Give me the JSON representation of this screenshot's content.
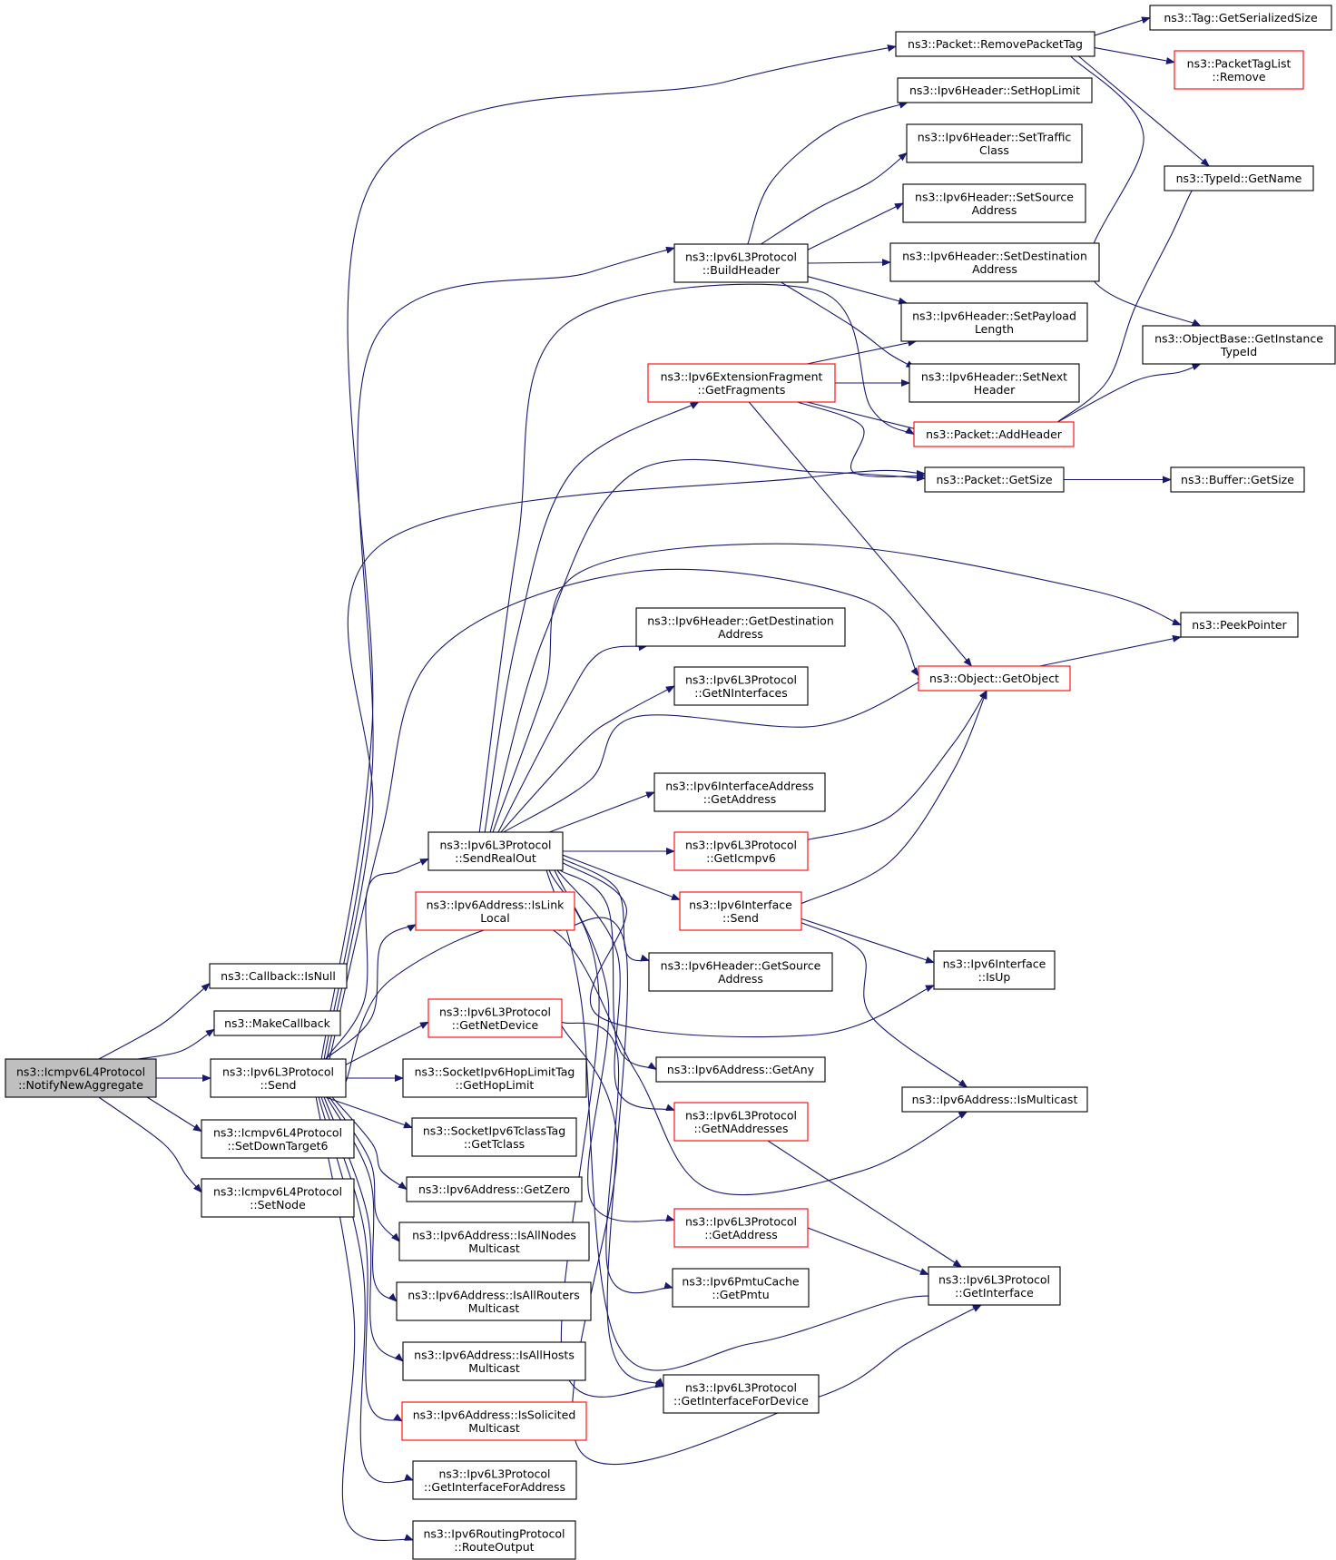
{
  "diagram": {
    "kind": "call-graph",
    "colors": {
      "edge": "#191970",
      "node_border": "#000000",
      "truncated_border": "#ff0000",
      "root_fill": "#bfbfbf",
      "background": "#ffffff"
    },
    "nodes": [
      {
        "id": "root",
        "lines": [
          "ns3::Icmpv6L4Protocol",
          "::NotifyNewAggregate"
        ],
        "style": "root"
      },
      {
        "id": "cb_isnull",
        "lines": [
          "ns3::Callback::IsNull"
        ],
        "style": "normal"
      },
      {
        "id": "makecb",
        "lines": [
          "ns3::MakeCallback"
        ],
        "style": "normal"
      },
      {
        "id": "l3send",
        "lines": [
          "ns3::Ipv6L3Protocol",
          "::Send"
        ],
        "style": "normal"
      },
      {
        "id": "setdown",
        "lines": [
          "ns3::Icmpv6L4Protocol",
          "::SetDownTarget6"
        ],
        "style": "normal"
      },
      {
        "id": "setnode",
        "lines": [
          "ns3::Icmpv6L4Protocol",
          "::SetNode"
        ],
        "style": "normal"
      },
      {
        "id": "sendreal",
        "lines": [
          "ns3::Ipv6L3Protocol",
          "::SendRealOut"
        ],
        "style": "normal"
      },
      {
        "id": "islink",
        "lines": [
          "ns3::Ipv6Address::IsLink",
          "Local"
        ],
        "style": "truncated"
      },
      {
        "id": "getnetdev",
        "lines": [
          "ns3::Ipv6L3Protocol",
          "::GetNetDevice"
        ],
        "style": "truncated"
      },
      {
        "id": "hoplimit",
        "lines": [
          "ns3::SocketIpv6HopLimitTag",
          "::GetHopLimit"
        ],
        "style": "normal"
      },
      {
        "id": "tclass",
        "lines": [
          "ns3::SocketIpv6TclassTag",
          "::GetTclass"
        ],
        "style": "normal"
      },
      {
        "id": "getzero",
        "lines": [
          "ns3::Ipv6Address::GetZero"
        ],
        "style": "normal"
      },
      {
        "id": "allnodes",
        "lines": [
          "ns3::Ipv6Address::IsAllNodes",
          "Multicast"
        ],
        "style": "normal"
      },
      {
        "id": "allrouters",
        "lines": [
          "ns3::Ipv6Address::IsAllRouters",
          "Multicast"
        ],
        "style": "normal"
      },
      {
        "id": "allhosts",
        "lines": [
          "ns3::Ipv6Address::IsAllHosts",
          "Multicast"
        ],
        "style": "normal"
      },
      {
        "id": "solicited",
        "lines": [
          "ns3::Ipv6Address::IsSolicited",
          "Multicast"
        ],
        "style": "truncated"
      },
      {
        "id": "ifforaddr",
        "lines": [
          "ns3::Ipv6L3Protocol",
          "::GetInterfaceForAddress"
        ],
        "style": "normal"
      },
      {
        "id": "routeout",
        "lines": [
          "ns3::Ipv6RoutingProtocol",
          "::RouteOutput"
        ],
        "style": "normal"
      },
      {
        "id": "rmtag",
        "lines": [
          "ns3::Packet::RemovePacketTag"
        ],
        "style": "normal"
      },
      {
        "id": "sethop",
        "lines": [
          "ns3::Ipv6Header::SetHopLimit"
        ],
        "style": "normal"
      },
      {
        "id": "settraffic",
        "lines": [
          "ns3::Ipv6Header::SetTraffic",
          "Class"
        ],
        "style": "normal"
      },
      {
        "id": "buildhdr",
        "lines": [
          "ns3::Ipv6L3Protocol",
          "::BuildHeader"
        ],
        "style": "normal"
      },
      {
        "id": "setsrc",
        "lines": [
          "ns3::Ipv6Header::SetSource",
          "Address"
        ],
        "style": "normal"
      },
      {
        "id": "setdst",
        "lines": [
          "ns3::Ipv6Header::SetDestination",
          "Address"
        ],
        "style": "normal"
      },
      {
        "id": "setpay",
        "lines": [
          "ns3::Ipv6Header::SetPayload",
          "Length"
        ],
        "style": "normal"
      },
      {
        "id": "getfrag",
        "lines": [
          "ns3::Ipv6ExtensionFragment",
          "::GetFragments"
        ],
        "style": "truncated"
      },
      {
        "id": "setnext",
        "lines": [
          "ns3::Ipv6Header::SetNext",
          "Header"
        ],
        "style": "normal"
      },
      {
        "id": "addhdr",
        "lines": [
          "ns3::Packet::AddHeader"
        ],
        "style": "truncated"
      },
      {
        "id": "pktsize",
        "lines": [
          "ns3::Packet::GetSize"
        ],
        "style": "normal"
      },
      {
        "id": "bufsize",
        "lines": [
          "ns3::Buffer::GetSize"
        ],
        "style": "normal"
      },
      {
        "id": "tagsize",
        "lines": [
          "ns3::Tag::GetSerializedSize"
        ],
        "style": "normal"
      },
      {
        "id": "ptlremove",
        "lines": [
          "ns3::PacketTagList",
          "::Remove"
        ],
        "style": "truncated"
      },
      {
        "id": "typename",
        "lines": [
          "ns3::TypeId::GetName"
        ],
        "style": "normal"
      },
      {
        "id": "insttype",
        "lines": [
          "ns3::ObjectBase::GetInstance",
          "TypeId"
        ],
        "style": "normal"
      },
      {
        "id": "getdst",
        "lines": [
          "ns3::Ipv6Header::GetDestination",
          "Address"
        ],
        "style": "normal"
      },
      {
        "id": "getnif",
        "lines": [
          "ns3::Ipv6L3Protocol",
          "::GetNInterfaces"
        ],
        "style": "normal"
      },
      {
        "id": "peek",
        "lines": [
          "ns3::PeekPointer"
        ],
        "style": "normal"
      },
      {
        "id": "getobj",
        "lines": [
          "ns3::Object::GetObject"
        ],
        "style": "truncated"
      },
      {
        "id": "ifaddr",
        "lines": [
          "ns3::Ipv6InterfaceAddress",
          "::GetAddress"
        ],
        "style": "normal"
      },
      {
        "id": "geticmp",
        "lines": [
          "ns3::Ipv6L3Protocol",
          "::GetIcmpv6"
        ],
        "style": "truncated"
      },
      {
        "id": "ifsend",
        "lines": [
          "ns3::Ipv6Interface",
          "::Send"
        ],
        "style": "truncated"
      },
      {
        "id": "getsrc",
        "lines": [
          "ns3::Ipv6Header::GetSource",
          "Address"
        ],
        "style": "normal"
      },
      {
        "id": "isup",
        "lines": [
          "ns3::Ipv6Interface",
          "::IsUp"
        ],
        "style": "normal"
      },
      {
        "id": "getany",
        "lines": [
          "ns3::Ipv6Address::GetAny"
        ],
        "style": "normal"
      },
      {
        "id": "ismc",
        "lines": [
          "ns3::Ipv6Address::IsMulticast"
        ],
        "style": "normal"
      },
      {
        "id": "getnaddr",
        "lines": [
          "ns3::Ipv6L3Protocol",
          "::GetNAddresses"
        ],
        "style": "truncated"
      },
      {
        "id": "getaddr",
        "lines": [
          "ns3::Ipv6L3Protocol",
          "::GetAddress"
        ],
        "style": "truncated"
      },
      {
        "id": "pmtu",
        "lines": [
          "ns3::Ipv6PmtuCache",
          "::GetPmtu"
        ],
        "style": "normal"
      },
      {
        "id": "getif",
        "lines": [
          "ns3::Ipv6L3Protocol",
          "::GetInterface"
        ],
        "style": "normal"
      },
      {
        "id": "iffordev",
        "lines": [
          "ns3::Ipv6L3Protocol",
          "::GetInterfaceForDevice"
        ],
        "style": "normal"
      }
    ],
    "edges": [
      {
        "from": "root",
        "to": "cb_isnull"
      },
      {
        "from": "root",
        "to": "makecb"
      },
      {
        "from": "root",
        "to": "l3send"
      },
      {
        "from": "root",
        "to": "setdown"
      },
      {
        "from": "root",
        "to": "setnode"
      },
      {
        "from": "l3send",
        "to": "sendreal"
      },
      {
        "from": "l3send",
        "to": "islink"
      },
      {
        "from": "l3send",
        "to": "getnetdev"
      },
      {
        "from": "l3send",
        "to": "hoplimit"
      },
      {
        "from": "l3send",
        "to": "tclass"
      },
      {
        "from": "l3send",
        "to": "getzero"
      },
      {
        "from": "l3send",
        "to": "allnodes"
      },
      {
        "from": "l3send",
        "to": "allrouters"
      },
      {
        "from": "l3send",
        "to": "allhosts"
      },
      {
        "from": "l3send",
        "to": "solicited"
      },
      {
        "from": "l3send",
        "to": "ifforaddr"
      },
      {
        "from": "l3send",
        "to": "routeout"
      },
      {
        "from": "l3send",
        "to": "rmtag"
      },
      {
        "from": "l3send",
        "to": "buildhdr"
      },
      {
        "from": "l3send",
        "to": "pktsize"
      },
      {
        "from": "l3send",
        "to": "getobj"
      },
      {
        "from": "l3send",
        "to": "ismc"
      },
      {
        "from": "buildhdr",
        "to": "sethop"
      },
      {
        "from": "buildhdr",
        "to": "settraffic"
      },
      {
        "from": "buildhdr",
        "to": "setsrc"
      },
      {
        "from": "buildhdr",
        "to": "setdst"
      },
      {
        "from": "buildhdr",
        "to": "setpay"
      },
      {
        "from": "buildhdr",
        "to": "setnext"
      },
      {
        "from": "rmtag",
        "to": "tagsize"
      },
      {
        "from": "rmtag",
        "to": "ptlremove"
      },
      {
        "from": "rmtag",
        "to": "typename"
      },
      {
        "from": "rmtag",
        "to": "insttype"
      },
      {
        "from": "getfrag",
        "to": "setpay"
      },
      {
        "from": "getfrag",
        "to": "setnext"
      },
      {
        "from": "getfrag",
        "to": "addhdr"
      },
      {
        "from": "getfrag",
        "to": "pktsize"
      },
      {
        "from": "getfrag",
        "to": "getobj"
      },
      {
        "from": "addhdr",
        "to": "typename"
      },
      {
        "from": "addhdr",
        "to": "insttype"
      },
      {
        "from": "pktsize",
        "to": "bufsize"
      },
      {
        "from": "getobj",
        "to": "peek"
      },
      {
        "from": "sendreal",
        "to": "getfrag"
      },
      {
        "from": "sendreal",
        "to": "pktsize"
      },
      {
        "from": "sendreal",
        "to": "addhdr"
      },
      {
        "from": "sendreal",
        "to": "peek"
      },
      {
        "from": "sendreal",
        "to": "getdst"
      },
      {
        "from": "sendreal",
        "to": "getnif"
      },
      {
        "from": "sendreal",
        "to": "getobj"
      },
      {
        "from": "sendreal",
        "to": "ifaddr"
      },
      {
        "from": "sendreal",
        "to": "geticmp"
      },
      {
        "from": "sendreal",
        "to": "ifsend"
      },
      {
        "from": "sendreal",
        "to": "getsrc"
      },
      {
        "from": "sendreal",
        "to": "isup"
      },
      {
        "from": "sendreal",
        "to": "getany"
      },
      {
        "from": "sendreal",
        "to": "getnaddr"
      },
      {
        "from": "sendreal",
        "to": "getaddr"
      },
      {
        "from": "sendreal",
        "to": "iffordev"
      },
      {
        "from": "sendreal",
        "to": "getif"
      },
      {
        "from": "geticmp",
        "to": "getobj"
      },
      {
        "from": "ifsend",
        "to": "getobj"
      },
      {
        "from": "ifsend",
        "to": "isup"
      },
      {
        "from": "ifsend",
        "to": "ismc"
      },
      {
        "from": "islink",
        "to": "iffordev"
      },
      {
        "from": "getnetdev",
        "to": "pmtu"
      },
      {
        "from": "getnetdev",
        "to": "getif"
      },
      {
        "from": "getnaddr",
        "to": "getif"
      },
      {
        "from": "getaddr",
        "to": "getif"
      }
    ]
  }
}
